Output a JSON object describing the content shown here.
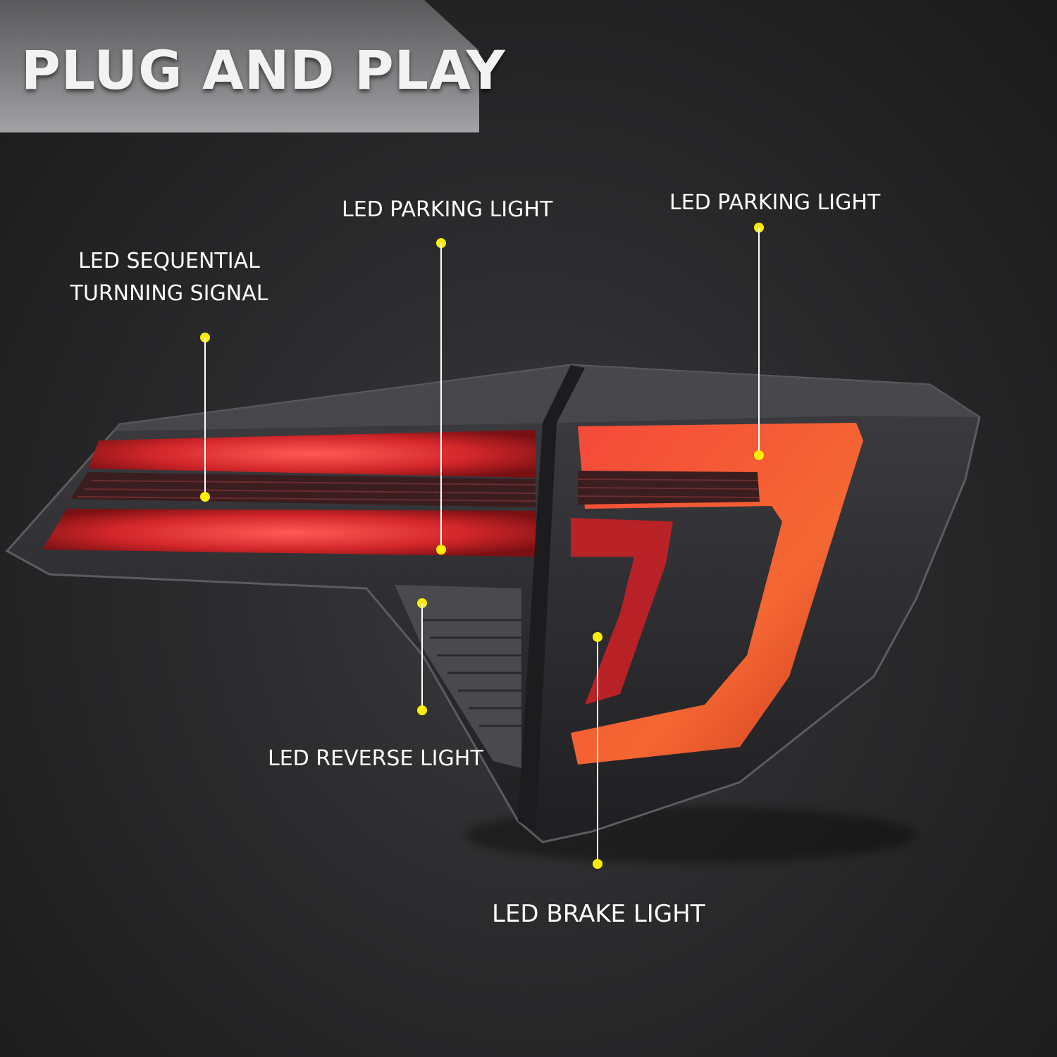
{
  "banner": {
    "title": "PLUG AND PLAY"
  },
  "callouts": {
    "turn_signal": "LED SEQUENTIAL\nTURNNING SIGNAL",
    "parking_left": "LED PARKING LIGHT",
    "parking_right": "LED PARKING LIGHT",
    "reverse": "LED REVERSE LIGHT",
    "brake": "LED BRAKE LIGHT"
  },
  "colors": {
    "accent_dot": "#ffee00",
    "lamp_red": "#e0262c",
    "lamp_housing": "#2f2f32",
    "leader_line": "#ffffff"
  }
}
